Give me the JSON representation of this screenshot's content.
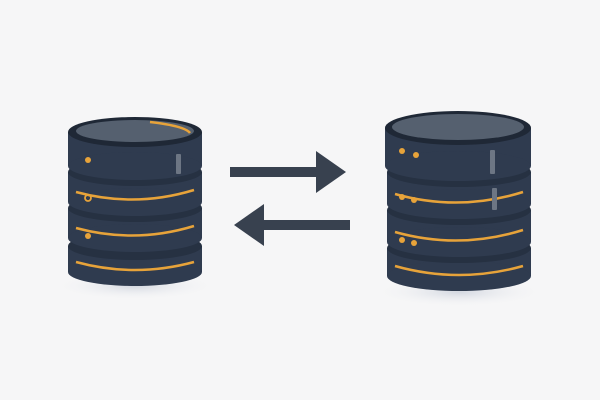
{
  "scene": {
    "icon": "database-sync-illustration",
    "left_database": {
      "icon": "database-stack-icon",
      "disk_count": 4
    },
    "right_database": {
      "icon": "database-stack-icon",
      "disk_count": 4
    },
    "arrows": [
      {
        "icon": "arrow-right-icon",
        "direction": "right"
      },
      {
        "icon": "arrow-left-icon",
        "direction": "left"
      }
    ]
  },
  "colors": {
    "background": "#f6f6f7",
    "disk_body": "#2f3b4f",
    "disk_top": "#55606f",
    "disk_edge": "#1f2836",
    "accent": "#e7a33a",
    "arrow": "#38414f",
    "shadow": "#d9dde6"
  }
}
